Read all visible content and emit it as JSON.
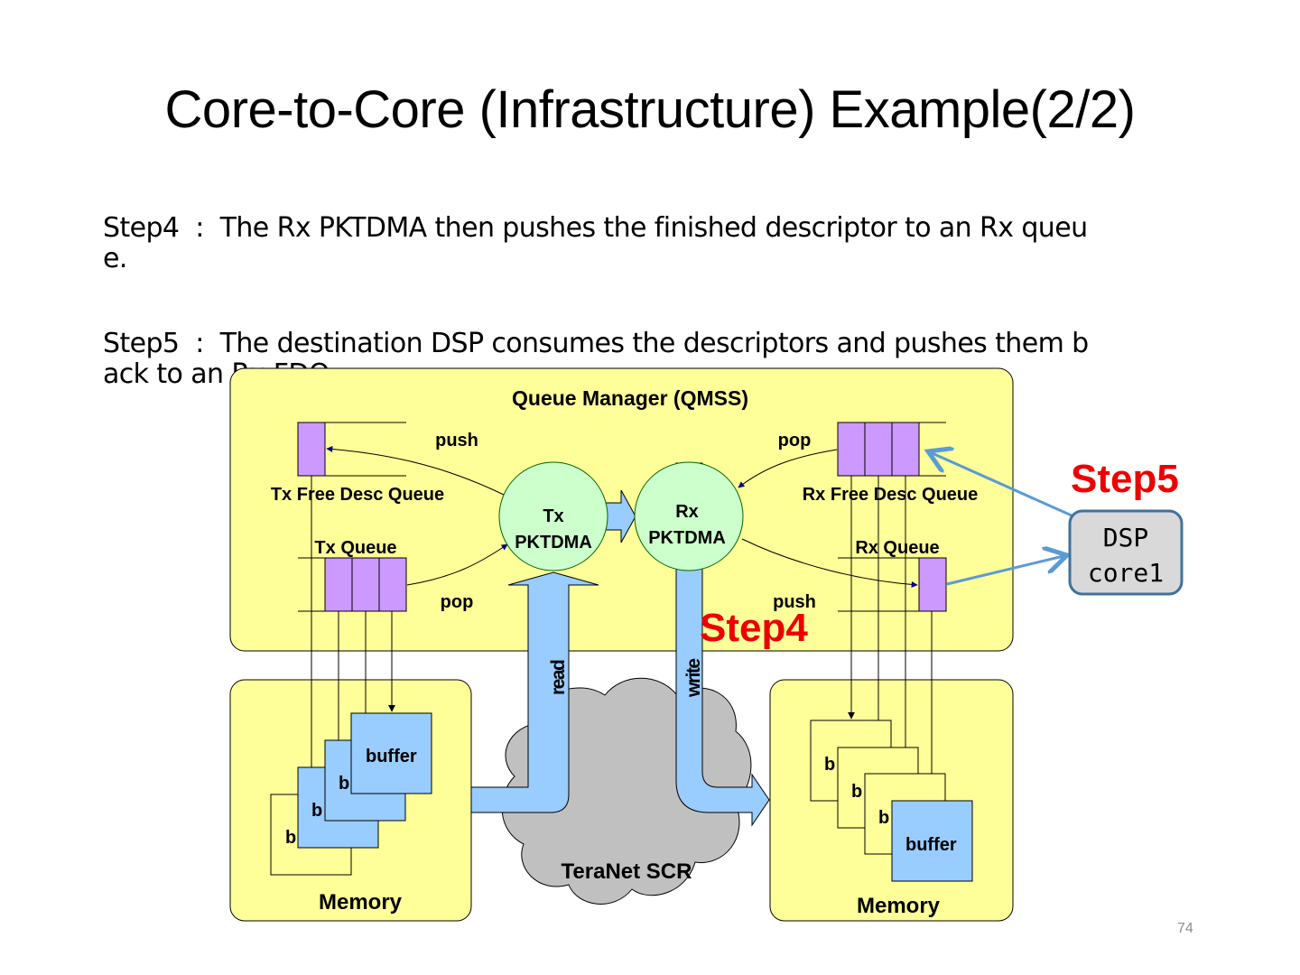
{
  "slide": {
    "title": "Core-to-Core (Infrastructure) Example(2/2)",
    "steps": [
      {
        "line1": "Step4  :  The Rx PKTDMA then pushes the finished descriptor to an Rx queu",
        "line2": "e."
      },
      {
        "line1": "Step5  :  The destination DSP consumes the descriptors and pushes them b",
        "line2": "ack to an Rx FDQ."
      }
    ],
    "page_number": "74"
  },
  "diagram": {
    "qmss_title": "Queue Manager (QMSS)",
    "tx_free_desc_queue": "Tx Free Desc Queue",
    "tx_queue": "Tx Queue",
    "rx_free_desc_queue": "Rx Free Desc Queue",
    "rx_queue": "Rx Queue",
    "tx_push": "push",
    "tx_pop": "pop",
    "rx_pop": "pop",
    "rx_push": "push",
    "tx_pktdma_line1": "Tx",
    "tx_pktdma_line2": "PKTDMA",
    "rx_pktdma_line1": "Rx",
    "rx_pktdma_line2": "PKTDMA",
    "read_label": "read",
    "write_label": "write",
    "teranet_label": "TeraNet SCR",
    "left_memory_label": "Memory",
    "right_memory_label": "Memory",
    "buffer_label": "buffer",
    "buffer_short": "b",
    "step4_label": "Step4",
    "step5_label": "Step5",
    "dsp_line1": "DSP",
    "dsp_line2": "core1",
    "colors": {
      "panel_fill": "#ffff99",
      "queue_slot": "#cc99ff",
      "pktdma_fill": "#ccffcc",
      "bus_blue": "#99ccff",
      "cloud_gray": "#c0c0c0",
      "step_red": "#ee0000",
      "dsp_fill": "#d9d9d9",
      "dsp_border": "#41719c",
      "arrow_navy": "#000080",
      "callout_blue": "#5b9bd5"
    }
  }
}
